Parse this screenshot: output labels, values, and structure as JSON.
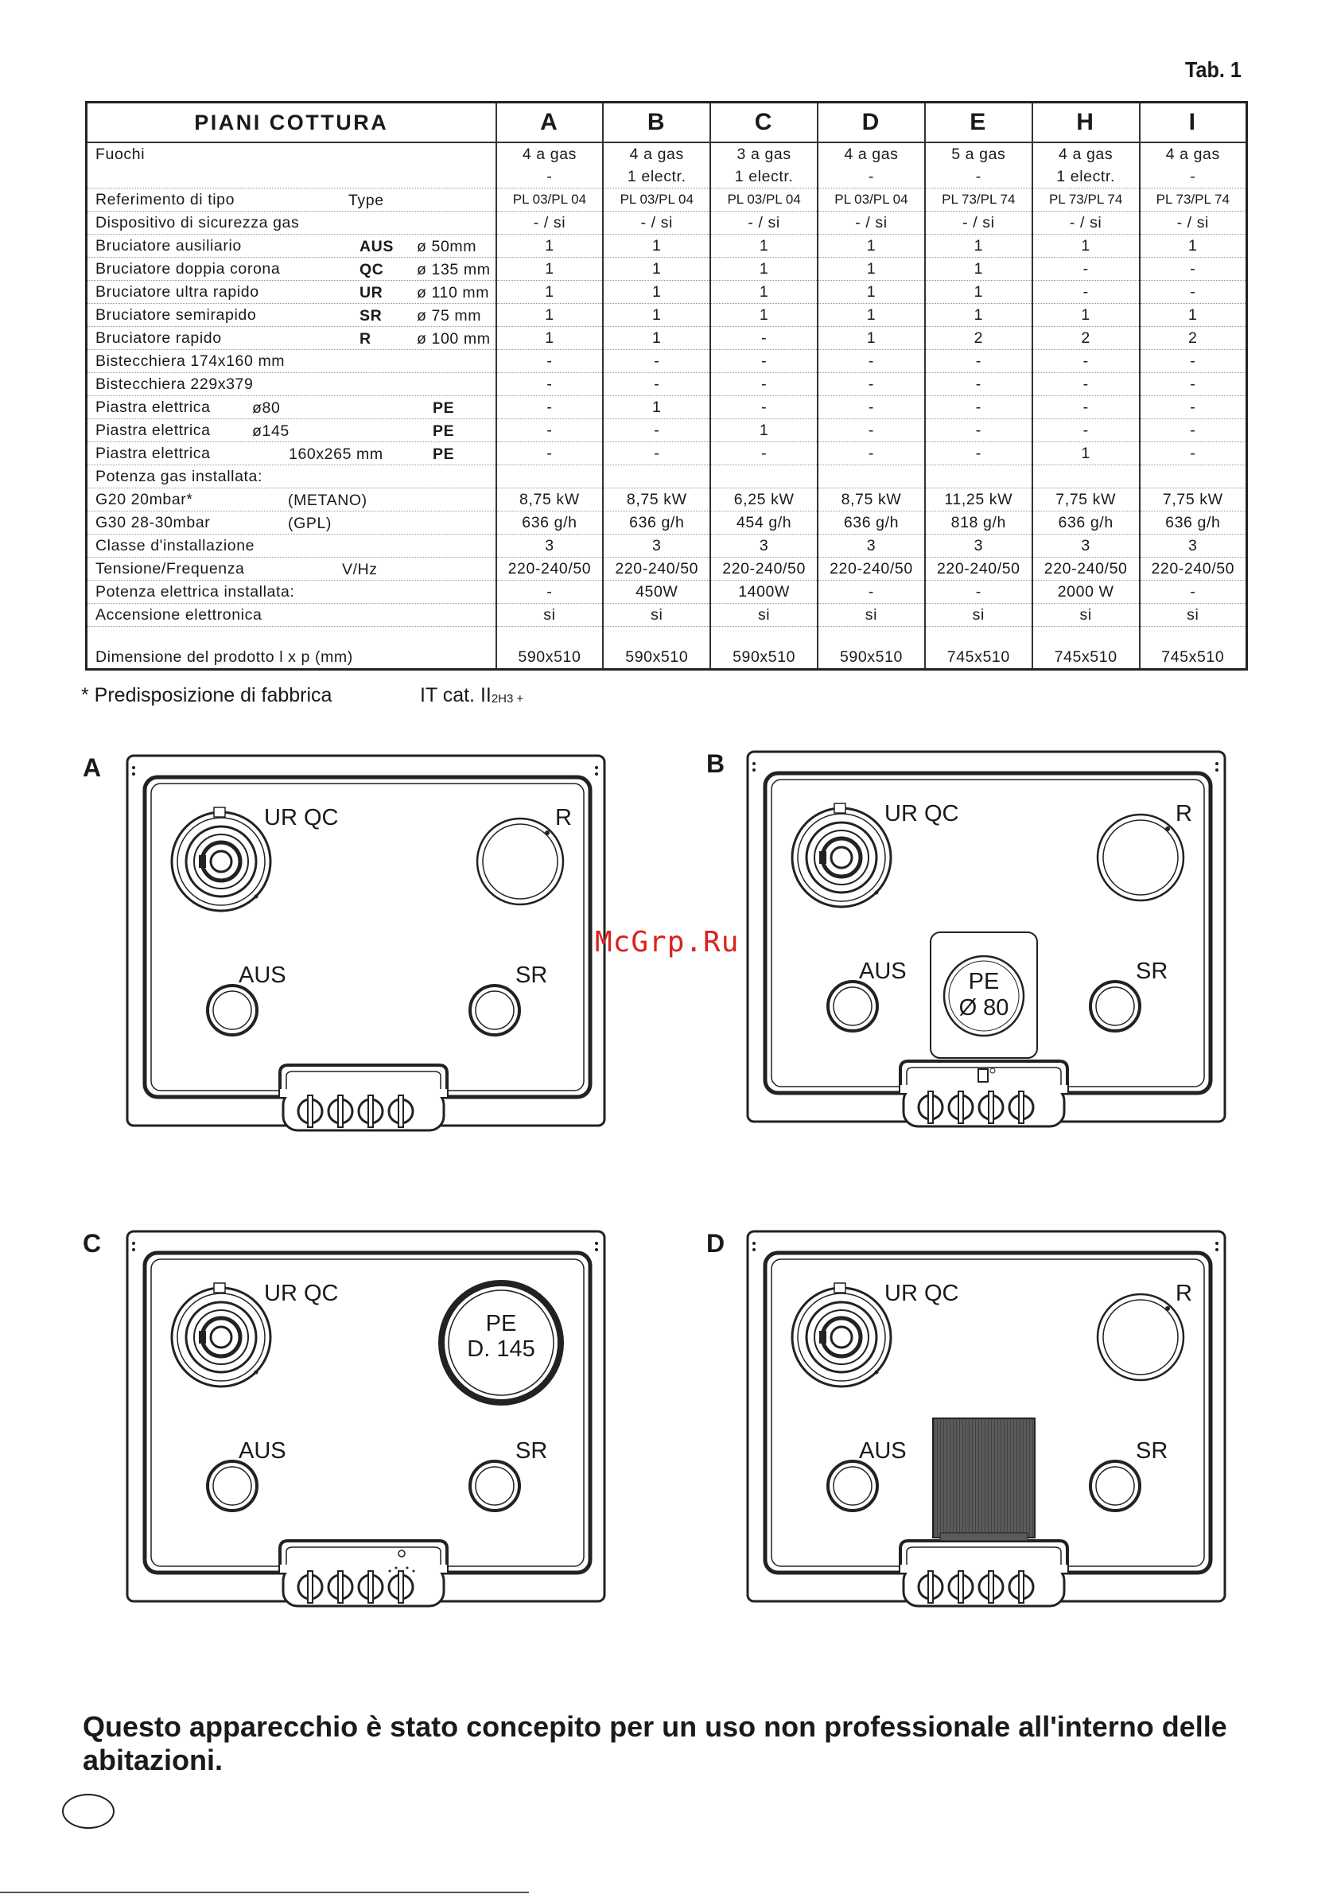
{
  "tab_label": "Tab. 1",
  "table": {
    "title": "PIANI COTTURA",
    "columns": [
      "A",
      "B",
      "C",
      "D",
      "E",
      "H",
      "I"
    ],
    "rows": [
      {
        "label": "Fuochi",
        "cells": [
          "4 a gas",
          "4 a gas",
          "3 a gas",
          "4 a gas",
          "5 a gas",
          "4 a gas",
          "4 a gas"
        ],
        "cells2": [
          "-",
          "1 electr.",
          "1 electr.",
          "-",
          "-",
          "1 electr.",
          "-"
        ]
      },
      {
        "label": "Referimento di tipo",
        "extra": "Type",
        "cells": [
          "PL 03/PL 04",
          "PL 03/PL 04",
          "PL 03/PL 04",
          "PL 03/PL 04",
          "PL 73/PL 74",
          "PL 73/PL 74",
          "PL 73/PL 74"
        ]
      },
      {
        "label": "Dispositivo di sicurezza gas",
        "cells": [
          "- / si",
          "- / si",
          "- / si",
          "- / si",
          "- / si",
          "- / si",
          "- / si"
        ]
      },
      {
        "label": "Bruciatore ausiliario",
        "key": "AUS",
        "dim": "ø 50mm",
        "cells": [
          "1",
          "1",
          "1",
          "1",
          "1",
          "1",
          "1"
        ]
      },
      {
        "label": "Bruciatore doppia corona",
        "key": "QC",
        "dim": "ø 135 mm",
        "cells": [
          "1",
          "1",
          "1",
          "1",
          "1",
          "-",
          "-"
        ]
      },
      {
        "label": "Bruciatore ultra rapido",
        "key": "UR",
        "dim": "ø 110 mm",
        "cells": [
          "1",
          "1",
          "1",
          "1",
          "1",
          "-",
          "-"
        ]
      },
      {
        "label": "Bruciatore semirapido",
        "key": "SR",
        "dim": "ø 75 mm",
        "cells": [
          "1",
          "1",
          "1",
          "1",
          "1",
          "1",
          "1"
        ]
      },
      {
        "label": "Bruciatore rapido",
        "key": "R",
        "dim": "ø 100 mm",
        "cells": [
          "1",
          "1",
          "-",
          "1",
          "2",
          "2",
          "2"
        ]
      },
      {
        "label": "Bistecchiera 174x160 mm",
        "cells": [
          "-",
          "-",
          "-",
          "-",
          "-",
          "-",
          "-"
        ]
      },
      {
        "label": "Bistecchiera 229x379",
        "cells": [
          "-",
          "-",
          "-",
          "-",
          "-",
          "-",
          "-"
        ]
      },
      {
        "label": "Piastra elettrica",
        "mid": "ø80",
        "key2": "PE",
        "cells": [
          "-",
          "1",
          "-",
          "-",
          "-",
          "-",
          "-"
        ]
      },
      {
        "label": "Piastra elettrica",
        "mid": "ø145",
        "key2": "PE",
        "cells": [
          "-",
          "-",
          "1",
          "-",
          "-",
          "-",
          "-"
        ]
      },
      {
        "label": "Piastra elettrica",
        "mid": "160x265 mm",
        "key2": "PE",
        "cells": [
          "-",
          "-",
          "-",
          "-",
          "-",
          "1",
          "-"
        ]
      },
      {
        "label": "Potenza gas installata:",
        "cells": [
          "",
          "",
          "",
          "",
          "",
          "",
          ""
        ]
      },
      {
        "label": "G20 20mbar*",
        "mid2": "(METANO)",
        "cells": [
          "8,75 kW",
          "8,75 kW",
          "6,25 kW",
          "8,75 kW",
          "11,25 kW",
          "7,75 kW",
          "7,75 kW"
        ]
      },
      {
        "label": "G30 28-30mbar",
        "mid2": "(GPL)",
        "cells": [
          "636 g/h",
          "636 g/h",
          "454 g/h",
          "636 g/h",
          "818 g/h",
          "636 g/h",
          "636 g/h"
        ]
      },
      {
        "label": "Classe d'installazione",
        "cells": [
          "3",
          "3",
          "3",
          "3",
          "3",
          "3",
          "3"
        ]
      },
      {
        "label": "Tensione/Frequenza",
        "mid3": "V/Hz",
        "cells": [
          "220-240/50",
          "220-240/50",
          "220-240/50",
          "220-240/50",
          "220-240/50",
          "220-240/50",
          "220-240/50"
        ]
      },
      {
        "label": "Potenza elettrica installata:",
        "cells": [
          "-",
          "450W",
          "1400W",
          "-",
          "-",
          "2000 W",
          "-"
        ]
      },
      {
        "label": "Accensione elettronica",
        "cells": [
          "si",
          "si",
          "si",
          "si",
          "si",
          "si",
          "si"
        ]
      },
      {
        "label": "Dimensione del prodotto l x p (mm)",
        "cells": [
          "590x510",
          "590x510",
          "590x510",
          "590x510",
          "745x510",
          "745x510",
          "745x510"
        ]
      }
    ]
  },
  "footnote": "* Predisposizione di fabbrica",
  "category": {
    "prefix": "IT cat. II",
    "sub": "2H3 +"
  },
  "diagrams": {
    "A": {
      "letter": "A",
      "ur_qc": "UR QC",
      "r": "R",
      "aus": "AUS",
      "sr": "SR"
    },
    "B": {
      "letter": "B",
      "ur_qc": "UR QC",
      "r": "R",
      "aus": "AUS",
      "sr": "SR",
      "pe": "PE",
      "pe_dim": "Ø 80"
    },
    "C": {
      "letter": "C",
      "ur_qc": "UR QC",
      "aus": "AUS",
      "sr": "SR",
      "pe": "PE",
      "pe_dim": "D. 145"
    },
    "D": {
      "letter": "D",
      "ur_qc": "UR QC",
      "r": "R",
      "aus": "AUS",
      "sr": "SR"
    }
  },
  "watermark": "McGrp.Ru",
  "notice": "Questo apparecchio è stato concepito per un uso non professionale all'interno delle abitazioni."
}
